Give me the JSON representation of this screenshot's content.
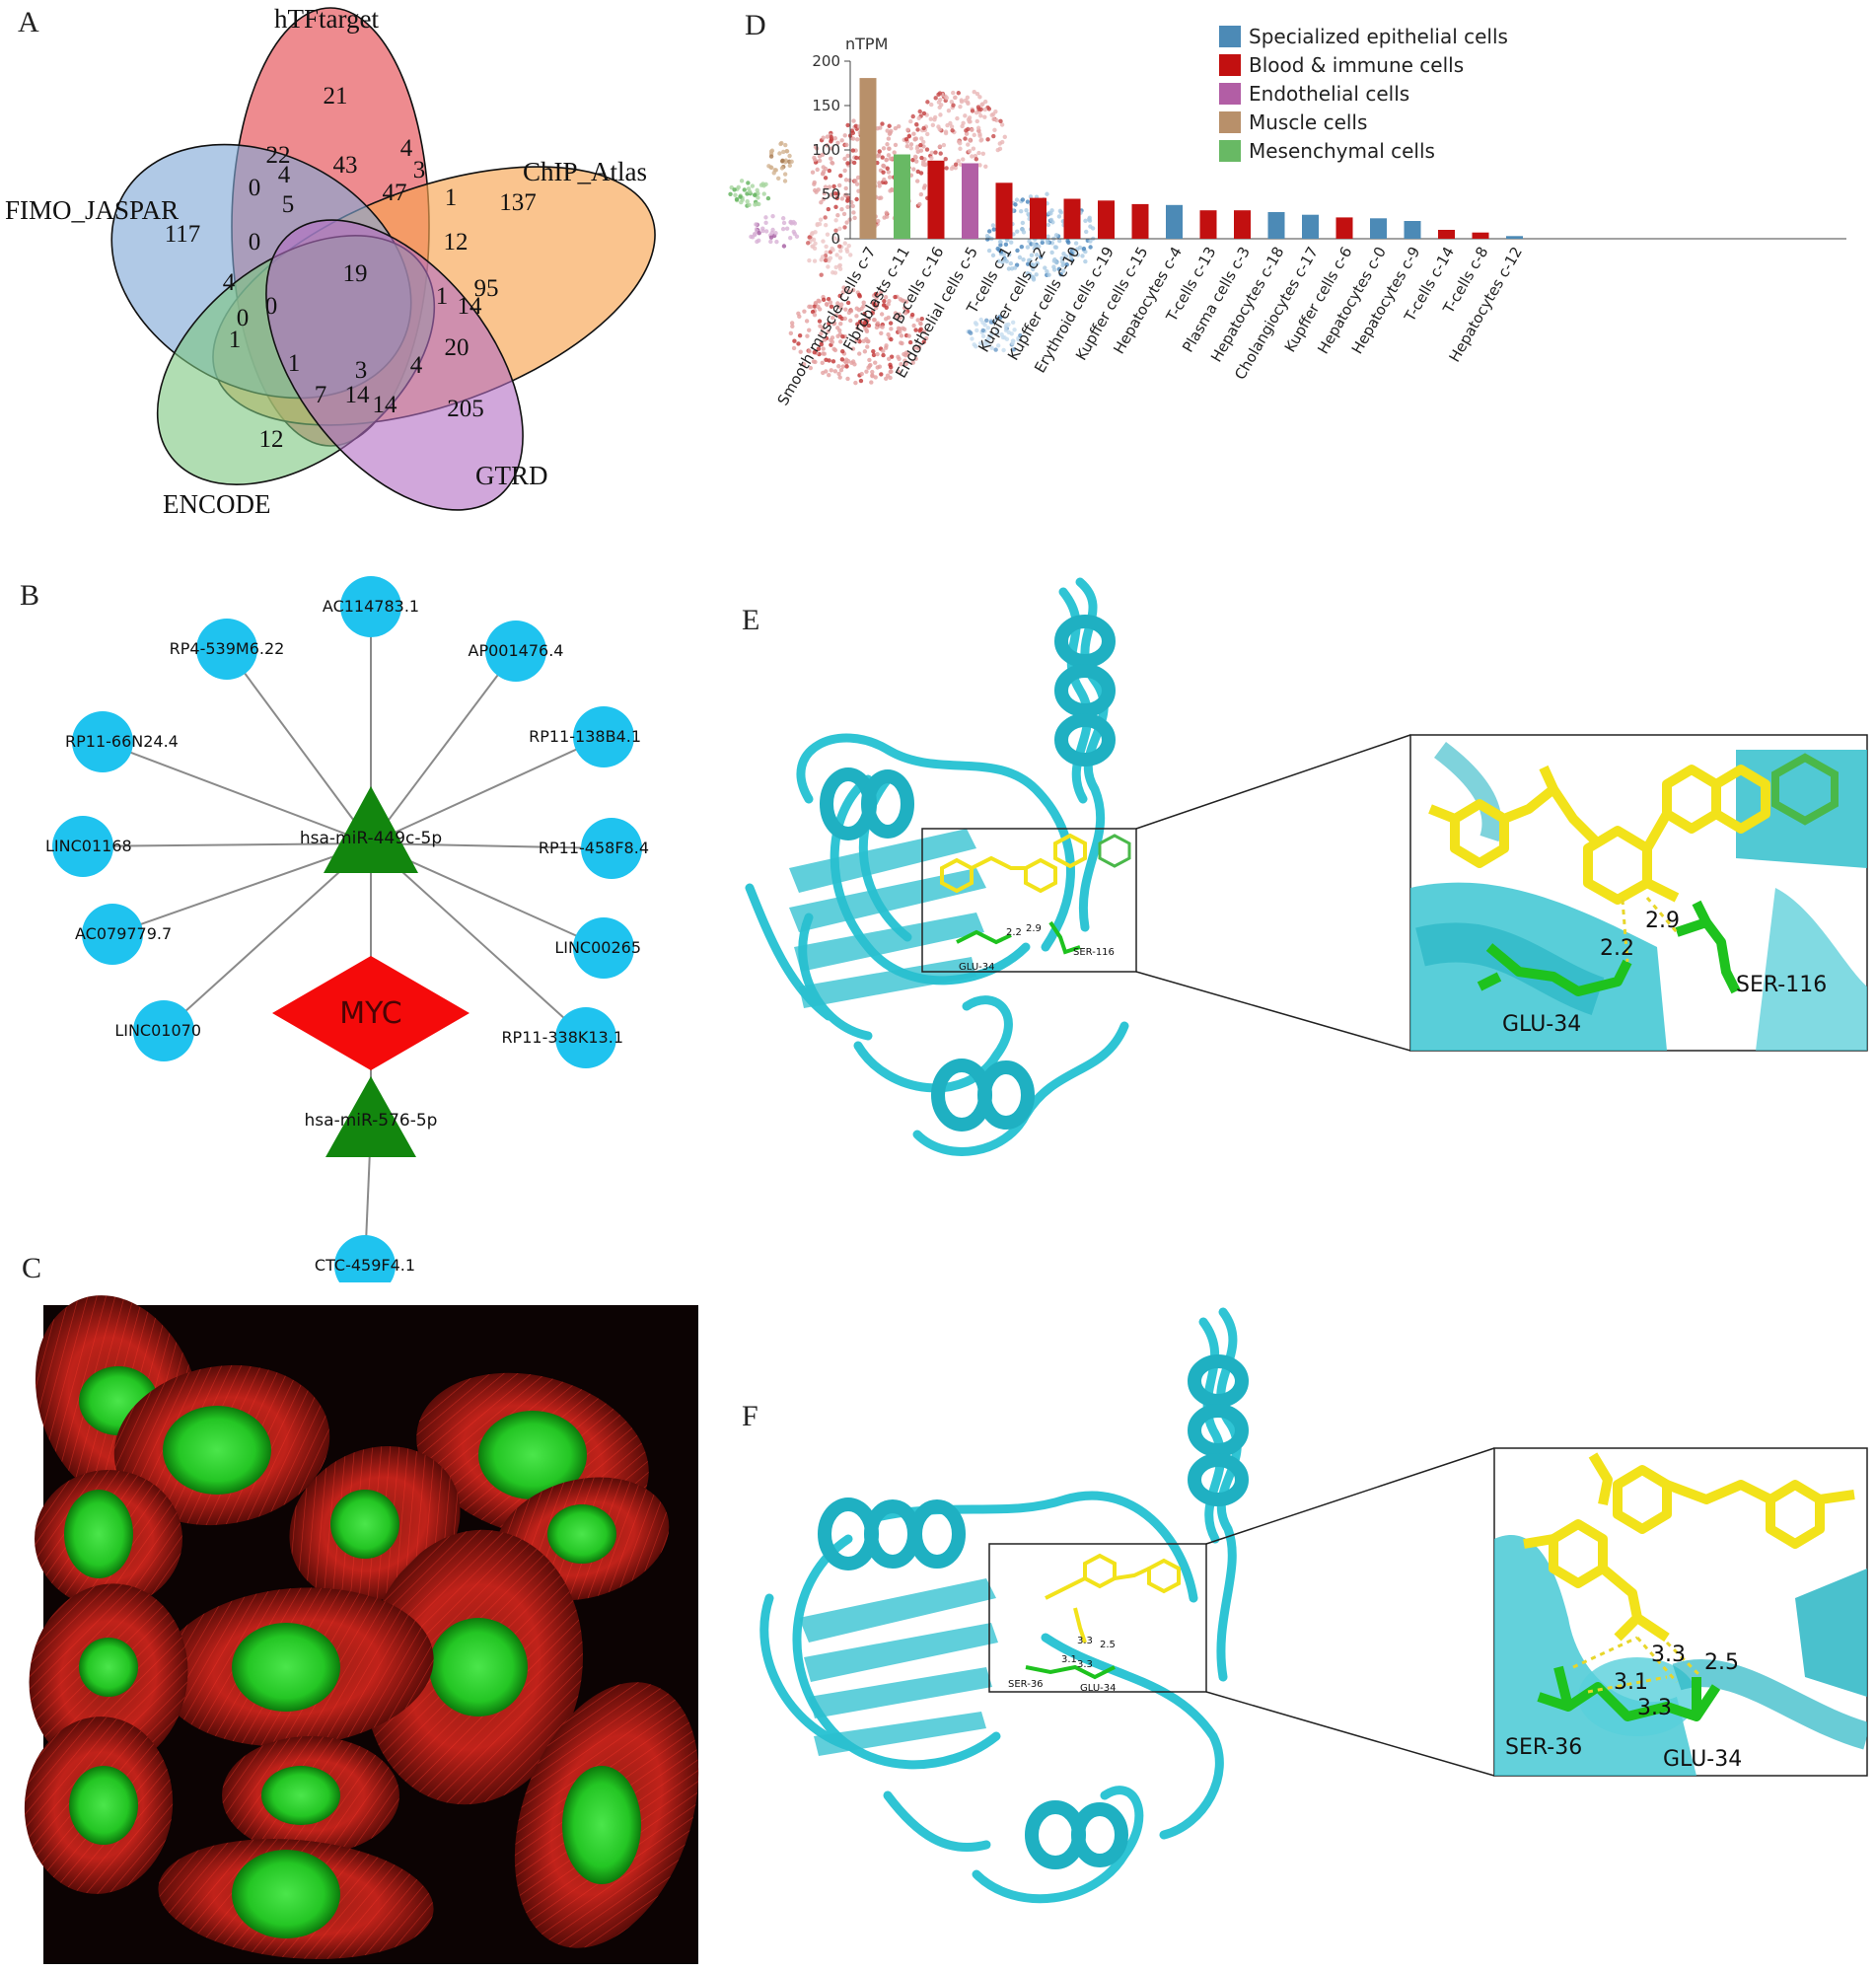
{
  "panels": {
    "a": "A",
    "b": "B",
    "c": "C",
    "d": "D",
    "e": "E",
    "f": "F"
  },
  "venn": {
    "sets": [
      "hTFtarget",
      "ChIP_Atlas",
      "FIMO_JASPAR",
      "ENCODE",
      "GTRD"
    ],
    "counts": [
      "21",
      "22",
      "43",
      "4",
      "0",
      "4",
      "5",
      "3",
      "47",
      "137",
      "117",
      "1",
      "0",
      "19",
      "12",
      "4",
      "0",
      "0",
      "1",
      "95",
      "1",
      "14",
      "20",
      "1",
      "3",
      "4",
      "7",
      "14",
      "14",
      "205",
      "12"
    ],
    "colors": {
      "hTFtarget": "#e8646a",
      "ChIP_Atlas": "#f7a552",
      "FIMO_JASPAR": "#7fa8d6",
      "ENCODE": "#7cc77e",
      "GTRD": "#b26dc3"
    }
  },
  "network": {
    "center_mirna": "hsa-miR-449c-5p",
    "gene": "MYC",
    "second_mirna": "hsa-miR-576-5p",
    "lncrnas": [
      "AC114783.1",
      "AP001476.4",
      "RP11-138B4.1",
      "RP11-458F8.4",
      "LINC00265",
      "RP11-338K13.1",
      "LINC01070",
      "AC079779.7",
      "LINC01168",
      "RP11-66N24.4",
      "RP4-539M6.22"
    ],
    "lower_lncrna": "CTC-459F4.1",
    "colors": {
      "lncrna": "#1fc3ef",
      "mirna": "#12860e",
      "gene": "#f50a0a"
    }
  },
  "chart_data": {
    "type": "bar",
    "ylabel": "nTPM",
    "ylim": [
      0,
      200
    ],
    "yticks": [
      0,
      50,
      100,
      150,
      200
    ],
    "legend_position": "top-right",
    "legend": [
      {
        "name": "Specialized epithelial cells",
        "color": "#4c8ab6"
      },
      {
        "name": "Blood & immune cells",
        "color": "#c21010"
      },
      {
        "name": "Endothelial cells",
        "color": "#b25ea5"
      },
      {
        "name": "Muscle cells",
        "color": "#b8906a"
      },
      {
        "name": "Mesenchymal cells",
        "color": "#68b964"
      }
    ],
    "categories": [
      "Smooth muscle cells c-7",
      "Fibroblasts c-11",
      "B-cells c-16",
      "Endothelial cells c-5",
      "T-cells c-1",
      "Kupffer cells c-2",
      "Kupffer cells c-10",
      "Erythroid cells c-19",
      "Kupffer cells c-15",
      "Hepatocytes c-4",
      "T-cells c-13",
      "Plasma cells c-3",
      "Hepatocytes c-18",
      "Cholangiocytes c-17",
      "Kupffer cells c-6",
      "Hepatocytes c-0",
      "Hepatocytes c-9",
      "T-cells c-14",
      "T-cells c-8",
      "Hepatocytes c-12"
    ],
    "values": [
      181,
      95,
      88,
      85,
      63,
      46,
      45,
      43,
      39,
      38,
      32,
      32,
      30,
      27,
      24,
      23,
      20,
      10,
      7,
      3
    ],
    "groups": [
      3,
      4,
      1,
      2,
      1,
      1,
      1,
      1,
      1,
      0,
      1,
      1,
      0,
      0,
      1,
      0,
      0,
      1,
      1,
      0
    ]
  },
  "docking_e": {
    "residues": [
      "GLU-34",
      "SER-116"
    ],
    "distances": [
      "2.2",
      "2.9"
    ]
  },
  "docking_f": {
    "residues": [
      "SER-36",
      "GLU-34"
    ],
    "distances": [
      "3.1",
      "3.3",
      "3.3",
      "2.5"
    ]
  }
}
